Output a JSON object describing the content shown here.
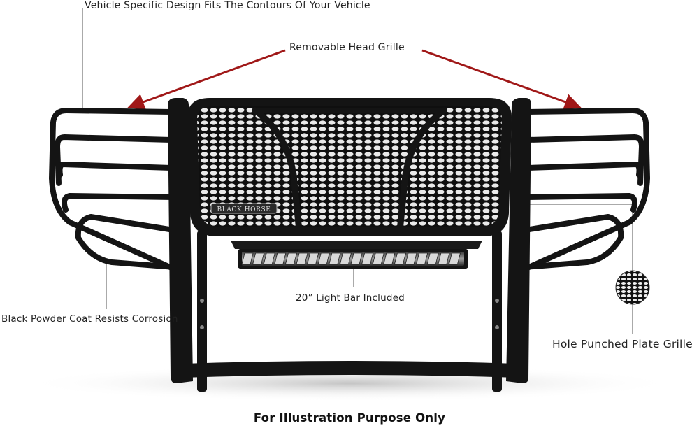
{
  "callouts": {
    "vehicle_specific": "Vehicle Specific Design Fits The Contours Of Your Vehicle",
    "removable_grille": "Removable Head Grille",
    "powder_coat": "Black Powder Coat Resists Corrosion",
    "light_bar": "20” Light Bar Included",
    "hole_punched": "Hole Punched Plate Grille"
  },
  "product": {
    "brand_badge": "BLACK HORSE"
  },
  "footer": {
    "note": "For Illustration Purpose Only"
  },
  "colors": {
    "arrow": "#a01818",
    "metal": "#141414",
    "leader": "#555555"
  }
}
